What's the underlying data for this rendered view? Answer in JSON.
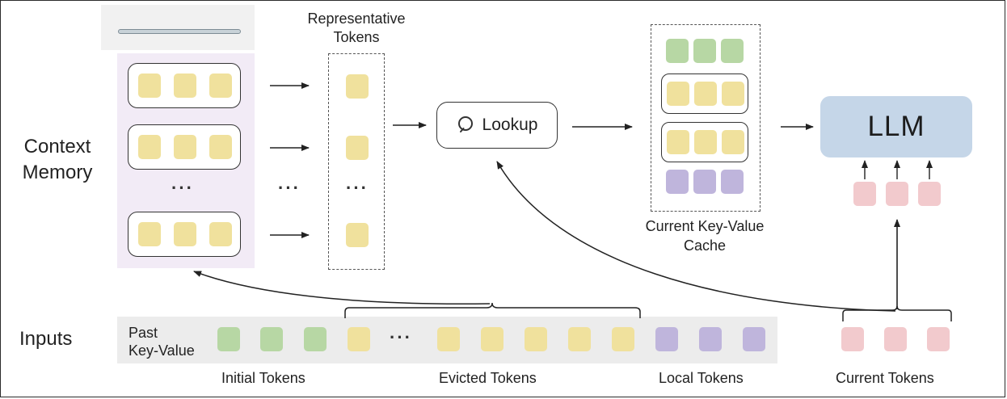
{
  "diagram": {
    "left_labels": {
      "context_memory": [
        "Context",
        "Memory"
      ],
      "inputs": "Inputs"
    },
    "representative_tokens": [
      "Representative",
      "Tokens"
    ],
    "lookup": "Lookup",
    "llm": "LLM",
    "cache": [
      "Current Key-Value",
      "Cache"
    ],
    "past_kv": [
      "Past",
      "Key-Value"
    ],
    "token_groups": {
      "initial": "Initial Tokens",
      "evicted": "Evicted Tokens",
      "local": "Local Tokens",
      "current": "Current Tokens"
    },
    "ellipsis": "···",
    "colors": {
      "memory_token": "#f0e19d",
      "initial_token": "#b7d7a4",
      "local_token": "#bfb5dc",
      "current_token": "#f2cacd",
      "llm_box": "#c5d6e8",
      "memory_panel": "#f2ebf6",
      "inputs_bar": "#ececec"
    },
    "icons": [
      "magnifier-icon"
    ]
  }
}
